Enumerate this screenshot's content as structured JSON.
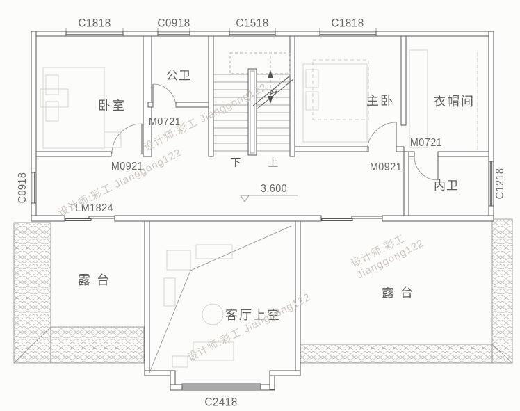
{
  "drawing_type": "residential floor plan",
  "windows": {
    "top": [
      {
        "label": "C1818"
      },
      {
        "label": "C0918"
      },
      {
        "label": "C1518"
      },
      {
        "label": "C1818"
      }
    ],
    "left": {
      "label": "C0918"
    },
    "right": {
      "label": "C1218"
    },
    "bottom": {
      "label": "C2418"
    }
  },
  "rooms": {
    "bedroom": {
      "label": "卧室"
    },
    "public_bath": {
      "label": "公卫"
    },
    "master_bedroom": {
      "label": "主卧"
    },
    "cloakroom": {
      "label": "衣帽间"
    },
    "ensuite_bath": {
      "label": "内卫"
    },
    "terrace_left": {
      "label": "露台"
    },
    "terrace_right": {
      "label": "露台"
    },
    "living_void": {
      "label": "客厅上空"
    }
  },
  "doors": {
    "public_bath_door": {
      "label": "M0721"
    },
    "bedroom_door": {
      "label": "M0921"
    },
    "master_door": {
      "label": "M0921"
    },
    "ensuite_door": {
      "label": "M0721"
    },
    "terrace_slider": {
      "label": "TLM1824"
    }
  },
  "stairs": {
    "down": "下",
    "up": "上"
  },
  "level_mark": {
    "value": "3.600"
  },
  "watermark": {
    "text": "设计师:彩工 Jianggong122"
  },
  "colors": {
    "line": "#565656",
    "thin": "#8a8a8a",
    "hatch": "#bcb6ae",
    "label": "#666666",
    "watermark": "#ccc5bc",
    "background": "#fcfcfb"
  }
}
